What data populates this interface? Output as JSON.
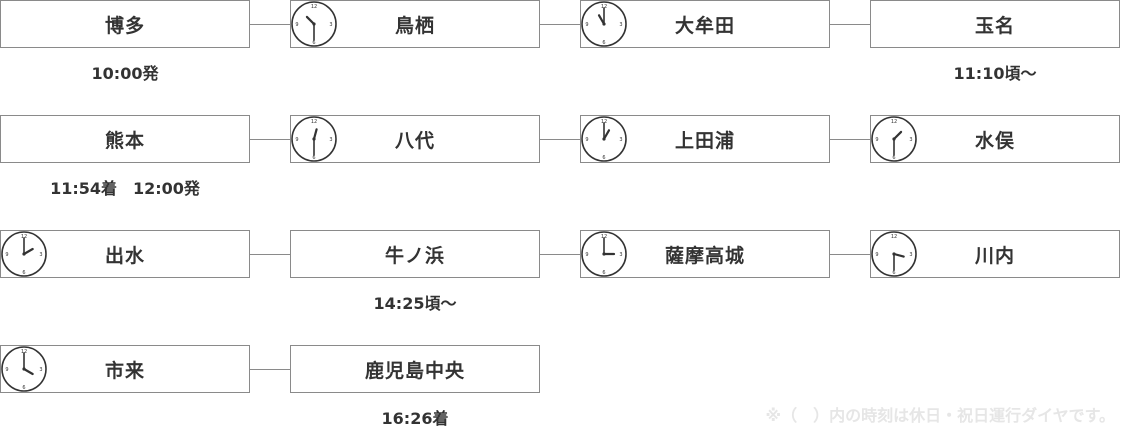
{
  "stations": [
    {
      "id": "hakata",
      "name": "博多",
      "clock": null
    },
    {
      "id": "tosu",
      "name": "鳥栖",
      "clock": {
        "h": 10,
        "m": 30
      }
    },
    {
      "id": "omuta",
      "name": "大牟田",
      "clock": {
        "h": 11,
        "m": 0
      }
    },
    {
      "id": "tamana",
      "name": "玉名",
      "clock": null
    },
    {
      "id": "kumamoto",
      "name": "熊本",
      "clock": null
    },
    {
      "id": "yatsushiro",
      "name": "八代",
      "clock": {
        "h": 12,
        "m": 30
      }
    },
    {
      "id": "kamitaura",
      "name": "上田浦",
      "clock": {
        "h": 1,
        "m": 0
      }
    },
    {
      "id": "minamata",
      "name": "水俣",
      "clock": {
        "h": 1,
        "m": 30
      }
    },
    {
      "id": "izumi",
      "name": "出水",
      "clock": {
        "h": 2,
        "m": 0
      }
    },
    {
      "id": "ushinohama",
      "name": "牛ノ浜",
      "clock": null
    },
    {
      "id": "satsumatakagi",
      "name": "薩摩高城",
      "clock": {
        "h": 3,
        "m": 0
      }
    },
    {
      "id": "sendai",
      "name": "川内",
      "clock": {
        "h": 3,
        "m": 30
      }
    },
    {
      "id": "ichiki",
      "name": "市来",
      "clock": {
        "h": 4,
        "m": 0
      }
    },
    {
      "id": "kagoshimachuo",
      "name": "鹿児島中央",
      "clock": null
    }
  ],
  "notes": {
    "hakata": "10:00発",
    "tamana": "11:10頃〜",
    "kumamoto": "11:54着　12:00発",
    "ushinohama": "14:25頃〜",
    "kagoshimachuo": "16:26着"
  },
  "clock_face_numerals": {
    "top": "12",
    "right": "3",
    "bottom": "6",
    "left": "9"
  },
  "footnote": "※（　）内の時刻は休日・祝日運行ダイヤです。",
  "colors": {
    "border": "#8a8a8a",
    "text": "#333333",
    "footnote": "#e6e6e6"
  }
}
